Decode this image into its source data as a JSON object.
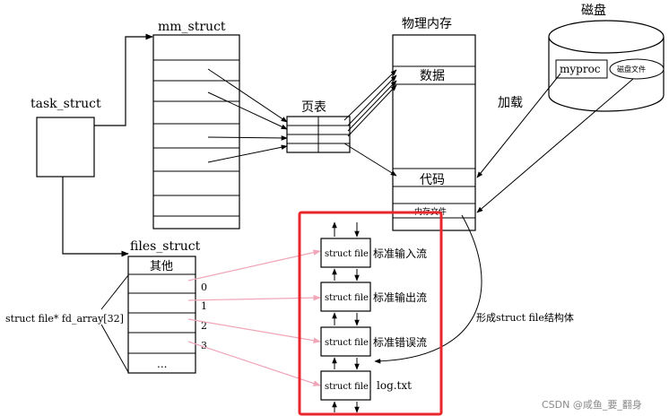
{
  "labels": {
    "task_struct": "task_struct",
    "mm_struct": "mm_struct",
    "page_table": "页表",
    "physical_memory": "物理内存",
    "disk": "磁盘",
    "myproc": "myproc",
    "disk_file": "磁盘文件",
    "load": "加载",
    "data": "数据",
    "code": "代码",
    "memory_file": "内存文件",
    "files_struct": "files_struct",
    "other": "其他",
    "fd_array": "struct file* fd_array[32]",
    "ellipsis": "...",
    "form_struct_file": "形成struct file结构体",
    "watermark": "CSDN @咸鱼_要_翻身"
  },
  "fd_indices": [
    "0",
    "1",
    "2",
    "3"
  ],
  "struct_files": [
    {
      "box": "struct file",
      "label": "标准输入流"
    },
    {
      "box": "struct file",
      "label": "标准输出流"
    },
    {
      "box": "struct file",
      "label": "标准错误流"
    },
    {
      "box": "struct file",
      "label": "log.txt"
    }
  ],
  "colors": {
    "line": "#000000",
    "highlight": "#e8262b",
    "pink_arrow": "#f0a6b8",
    "watermark": "#8a8a8a"
  }
}
